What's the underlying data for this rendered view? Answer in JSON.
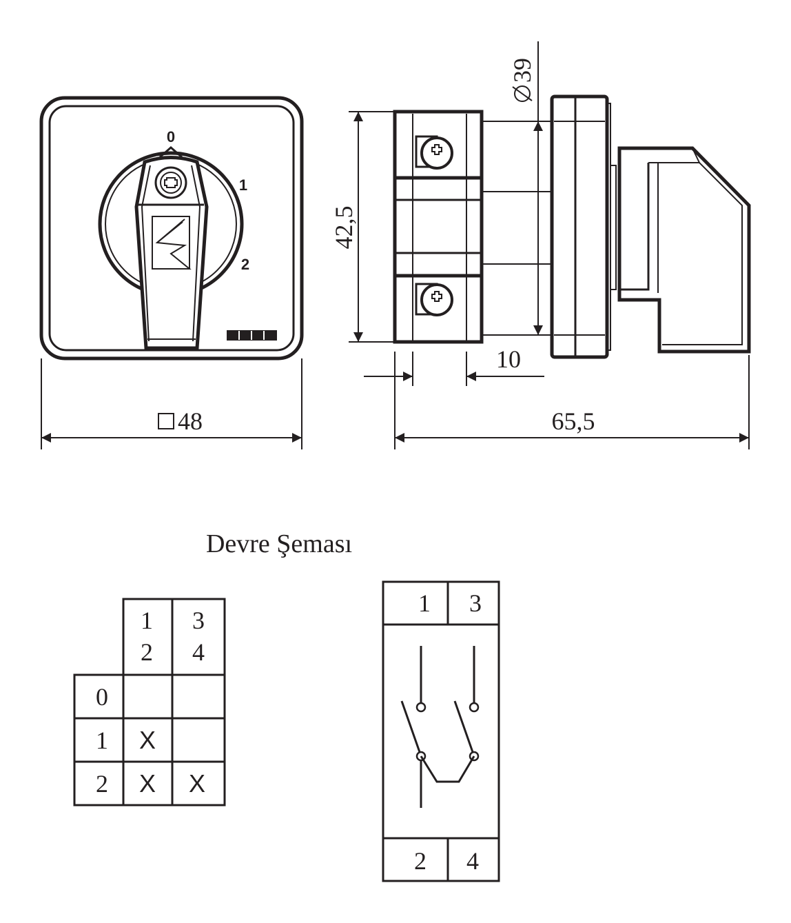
{
  "front_view": {
    "positions": [
      "0",
      "1",
      "2"
    ],
    "width_dimension": "48"
  },
  "side_view": {
    "height_dimension": "42,5",
    "diameter_dimension": "39",
    "depth_dimension": "10",
    "length_dimension": "65,5"
  },
  "diagram_title": "Devre Şeması",
  "switching_table": {
    "contact_headers": [
      [
        "1",
        "2"
      ],
      [
        "3",
        "4"
      ]
    ],
    "rows": [
      {
        "position": "0",
        "cells": [
          "",
          ""
        ]
      },
      {
        "position": "1",
        "cells": [
          "X",
          ""
        ]
      },
      {
        "position": "2",
        "cells": [
          "X",
          "X"
        ]
      }
    ]
  },
  "circuit": {
    "top_terminals": [
      "1",
      "3"
    ],
    "bottom_terminals": [
      "2",
      "4"
    ]
  }
}
